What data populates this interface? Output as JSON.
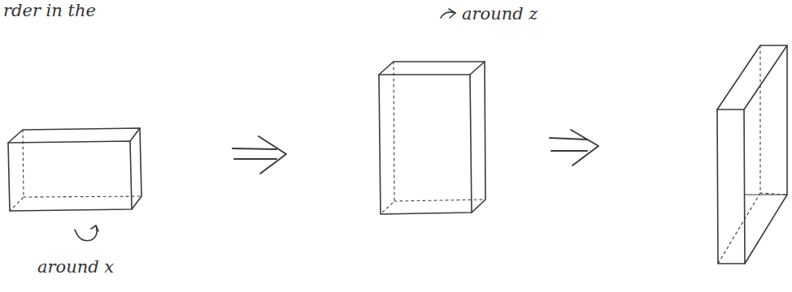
{
  "diagram": {
    "labels": [
      "rder in the",
      "around z",
      "around x"
    ]
  }
}
